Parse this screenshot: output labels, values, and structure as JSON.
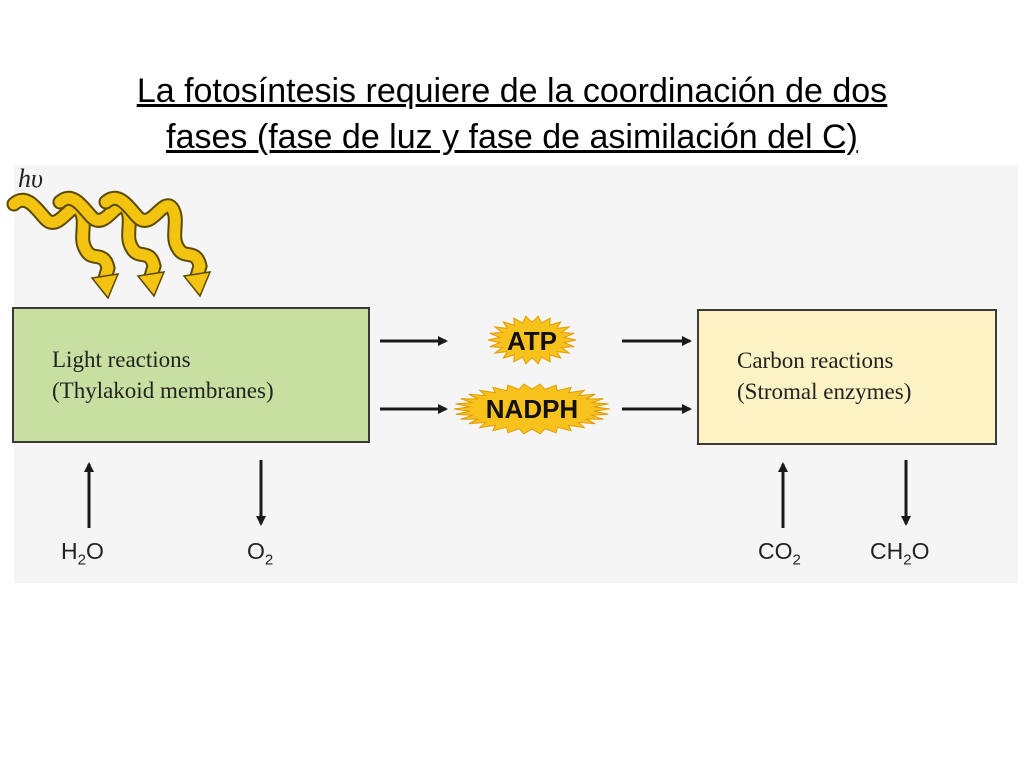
{
  "title": {
    "line1": "La fotosíntesis requiere de la coordinación de dos",
    "line2": "fases (fase de luz y fase de asimilación del C)"
  },
  "light_symbol": "hυ",
  "light_box": {
    "line1": "Light reactions",
    "line2": "(Thylakoid membranes)",
    "fill": "#c7e0a1"
  },
  "carbon_box": {
    "line1": "Carbon reactions",
    "line2": "(Stromal enzymes)",
    "fill": "#fdf2c4"
  },
  "products": {
    "atp": "ATP",
    "nadph": "NADPH",
    "burst_color": "#f7c21b"
  },
  "molecules": {
    "water": {
      "base": "H",
      "sub": "2",
      "rest": "O"
    },
    "oxygen": {
      "base": "O",
      "sub": "2",
      "rest": ""
    },
    "carbon_dioxide": {
      "base": "CO",
      "sub": "2",
      "rest": ""
    },
    "carbohydrate": {
      "base": "CH",
      "sub": "2",
      "rest": "O"
    }
  },
  "colors": {
    "wave": "#f2c40f",
    "arrow": "#1a1a1a",
    "panel": "#f5f5f5"
  }
}
